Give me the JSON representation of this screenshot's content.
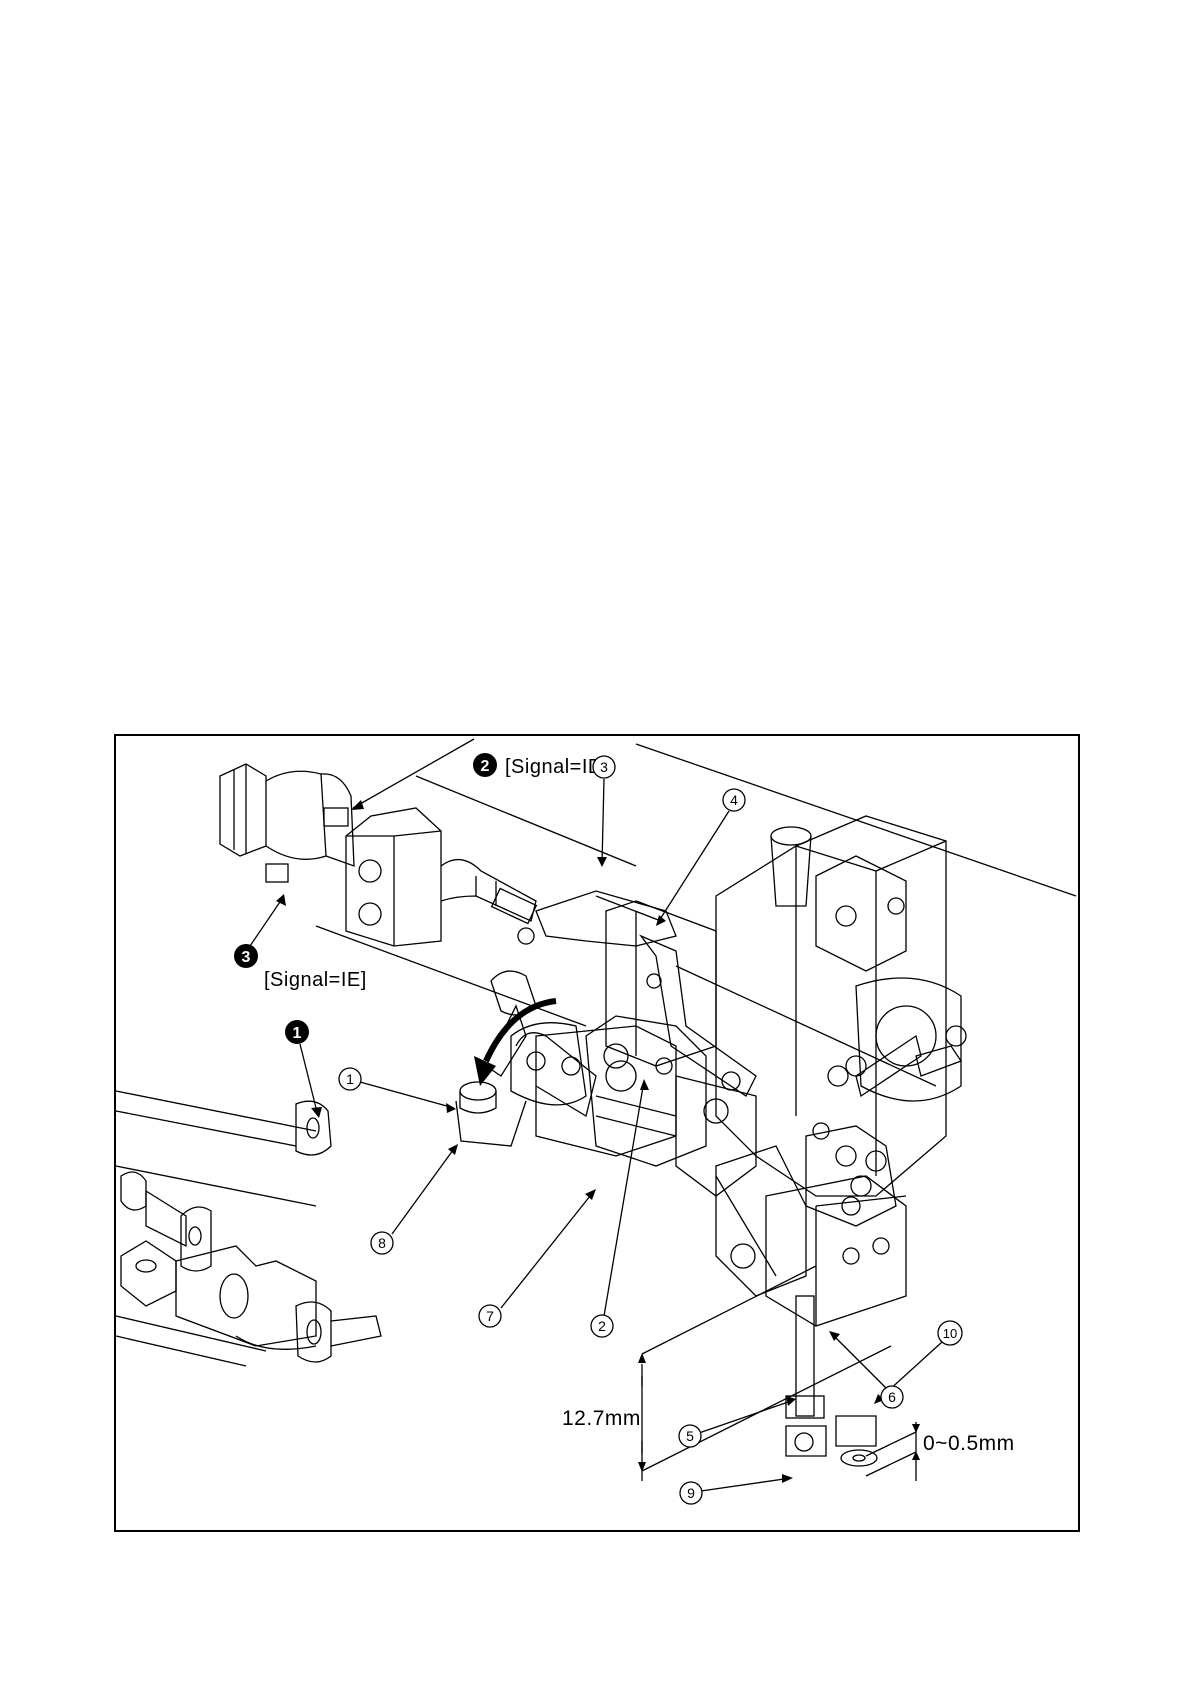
{
  "callouts": {
    "signal_id": "[Signal=ID]",
    "signal_ie": "[Signal=IE]"
  },
  "markers": {
    "black": [
      "1",
      "2",
      "3"
    ],
    "parts": [
      "1",
      "2",
      "3",
      "4",
      "5",
      "6",
      "7",
      "8",
      "9",
      "10"
    ]
  },
  "dimensions": {
    "height": "12.7mm",
    "gap": "0~0.5mm"
  },
  "colors": {
    "line": "#000000",
    "paper": "#ffffff"
  }
}
